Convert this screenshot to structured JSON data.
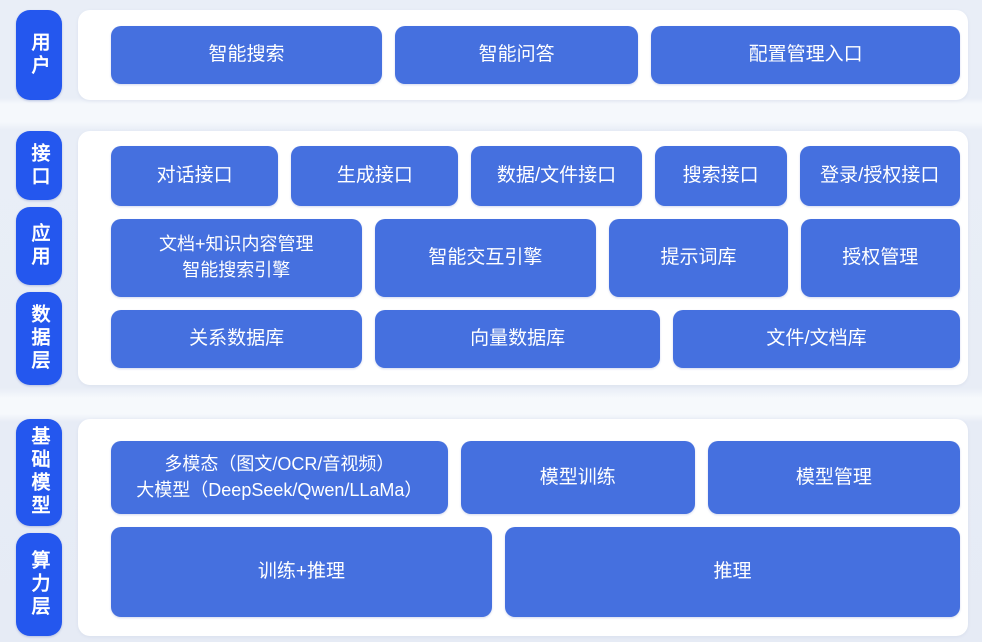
{
  "colors": {
    "pill_blue": "#2457ee",
    "box_blue": "#4570df",
    "panel_white": "#ffffff",
    "background": "#e9eef7",
    "text_white": "#ffffff"
  },
  "sections": [
    {
      "name": "user-layer",
      "pills": [
        {
          "label": "用户"
        }
      ],
      "rows": [
        {
          "boxes": [
            {
              "label": "智能搜索"
            },
            {
              "label": "智能问答"
            },
            {
              "label": "配置管理入口"
            }
          ]
        }
      ]
    },
    {
      "name": "interface-app-data-layers",
      "pills": [
        {
          "label": "接口"
        },
        {
          "label": "应用"
        },
        {
          "label": "数据层"
        }
      ],
      "rows": [
        {
          "boxes": [
            {
              "label": "对话接口"
            },
            {
              "label": "生成接口"
            },
            {
              "label": "数据/文件接口"
            },
            {
              "label": "搜索接口"
            },
            {
              "label": "登录/授权接口"
            }
          ]
        },
        {
          "boxes": [
            {
              "label": "文档+知识内容管理",
              "label2": "智能搜索引擎"
            },
            {
              "label": "智能交互引擎"
            },
            {
              "label": "提示词库"
            },
            {
              "label": "授权管理"
            }
          ]
        },
        {
          "boxes": [
            {
              "label": "关系数据库"
            },
            {
              "label": "向量数据库"
            },
            {
              "label": "文件/文档库"
            }
          ]
        }
      ]
    },
    {
      "name": "foundation-compute-layers",
      "pills": [
        {
          "label": "基础模型"
        },
        {
          "label": "算力层"
        }
      ],
      "rows": [
        {
          "boxes": [
            {
              "label": "多模态（图文/OCR/音视频）",
              "label2": "大模型（DeepSeek/Qwen/LLaMa）"
            },
            {
              "label": "模型训练"
            },
            {
              "label": "模型管理"
            }
          ]
        },
        {
          "boxes": [
            {
              "label": "训练+推理"
            },
            {
              "label": "推理"
            }
          ]
        }
      ]
    }
  ]
}
